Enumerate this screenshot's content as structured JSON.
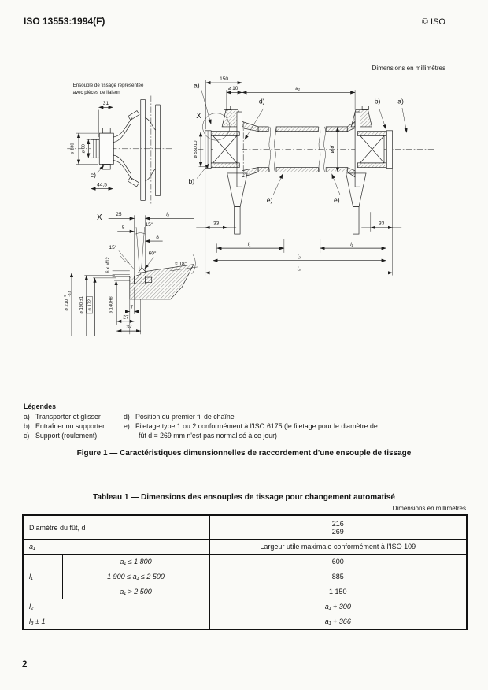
{
  "header": {
    "doc_ref": "ISO 13553:1994(F)",
    "publisher": "© ISO"
  },
  "drawing": {
    "dims_note": "Dimensions en millimètres",
    "note_line1": "Ensouple de tissage représentée",
    "note_line2": "avec pièces de liaison",
    "labels": {
      "a": "a)",
      "b": "b)",
      "c": "c)",
      "d": "d)",
      "e": "e)",
      "detail": "X"
    },
    "dims": {
      "d150": "150",
      "ge10": "≥ 10",
      "a1": "a₁",
      "dia55": "ø 55D10",
      "diad": "ø d",
      "d33": "33",
      "l1": "l₁",
      "l2": "l₂",
      "l3": "l₃",
      "d31": "31",
      "dia130": "ø 130",
      "dia60": "ø 60",
      "d445": "44,5",
      "d25": "25",
      "d8": "8",
      "a15": "15°",
      "a60": "60°",
      "a18": "≈ 18°",
      "bolts": "6 x M12",
      "dia210": "ø 210",
      "tol_top": "0",
      "tol_bot": "-0,5",
      "dia190": "ø 190 ±1",
      "dia172": "ø 172",
      "dia140": "ø 140H8",
      "d7": "7",
      "d27": "27",
      "d37": "37"
    },
    "legend": {
      "title": "Légendes",
      "a": "Transporter et glisser",
      "b": "Entraîner ou supporter",
      "c": "Support (roulement)",
      "d": "Position du premier fil de chaîne",
      "e1": "Filetage type 1 ou 2 conformément à l'ISO 6175 (le filetage pour le diamètre de",
      "e2": "fût d = 269 mm n'est pas normalisé à ce jour)"
    },
    "caption": "Figure 1 — Caractéristiques dimensionnelles de raccordement d'une ensouple de tissage"
  },
  "table": {
    "title": "Tableau 1 — Dimensions des ensouples de tissage pour changement automatisé",
    "dims_note": "Dimensions en millimètres",
    "rows": {
      "diameter": {
        "label": "Diamètre du fût, d",
        "v1": "216",
        "v2": "269"
      },
      "a1": {
        "label": "a₁",
        "value": "Largeur utile maximale conformément à l'ISO 109"
      },
      "l1": {
        "label": "l₁",
        "cases": [
          {
            "cond": "a₁ ≤ 1 800",
            "value": "600"
          },
          {
            "cond": "1 900 ≤ a₁ ≤ 2 500",
            "value": "885"
          },
          {
            "cond": "a₁ > 2 500",
            "value": "1 150"
          }
        ]
      },
      "l2": {
        "label": "l₂",
        "value": "a₁ + 300"
      },
      "l3": {
        "label": "l₃ ± 1",
        "value": "a₁ + 366"
      }
    }
  },
  "footer": {
    "page_number": "2"
  }
}
